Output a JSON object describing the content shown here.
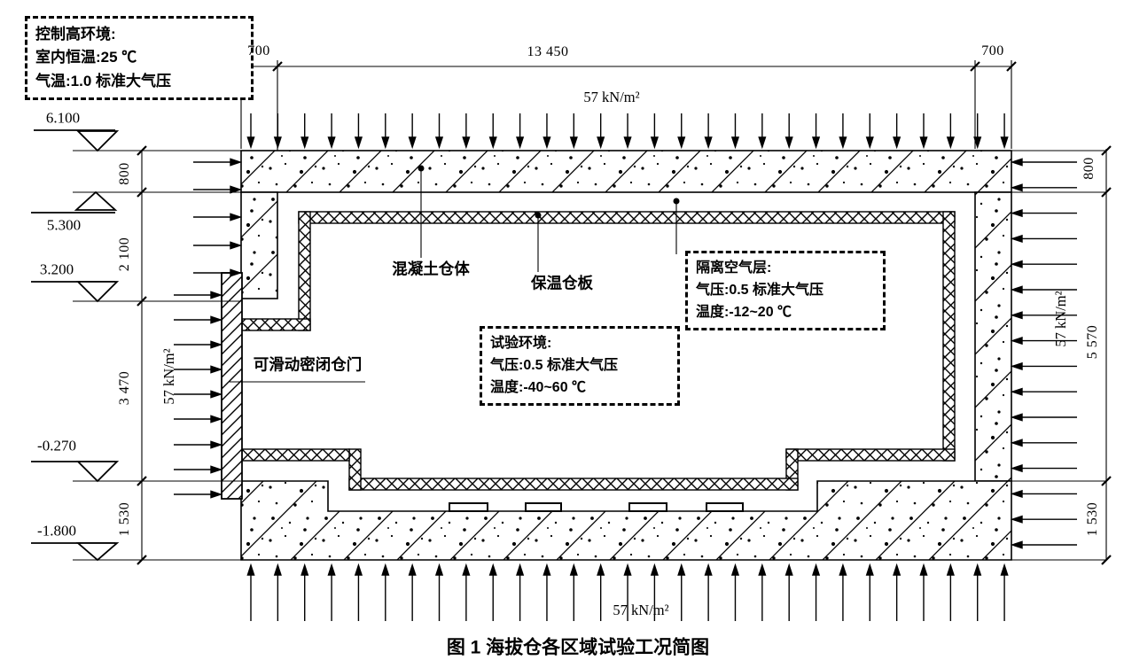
{
  "title": "图 1  海拔仓各区域试验工况简图",
  "boxes": {
    "control": {
      "lines": [
        "控制高环境:",
        "室内恒温:25 ℃",
        "气温:1.0 标准大气压"
      ]
    },
    "isolation": {
      "lines": [
        "隔离空气层:",
        "气压:0.5 标准大气压",
        "温度:-12~20 ℃"
      ]
    },
    "test": {
      "lines": [
        "试验环境:",
        "气压:0.5 标准大气压",
        "温度:-40~60 ℃"
      ]
    }
  },
  "part_labels": {
    "concrete_body": "混凝土仓体",
    "insulation_panel": "保温仓板",
    "sliding_door": "可滑动密闭仓门"
  },
  "loads": {
    "top": "57 kN/m²",
    "bottom": "57 kN/m²",
    "left": "57 kN/m²",
    "right": "57 kN/m²"
  },
  "dimensions": {
    "top": [
      "700",
      "13 450",
      "700"
    ],
    "left": [
      "800",
      "2 100",
      "3 470",
      "1 530"
    ],
    "right": [
      "800",
      "5 570",
      "1 530"
    ]
  },
  "elevations": [
    "6.100",
    "5.300",
    "3.200",
    "-0.270",
    "-1.800"
  ],
  "colors": {
    "ink": "#000000",
    "paper": "#ffffff"
  }
}
